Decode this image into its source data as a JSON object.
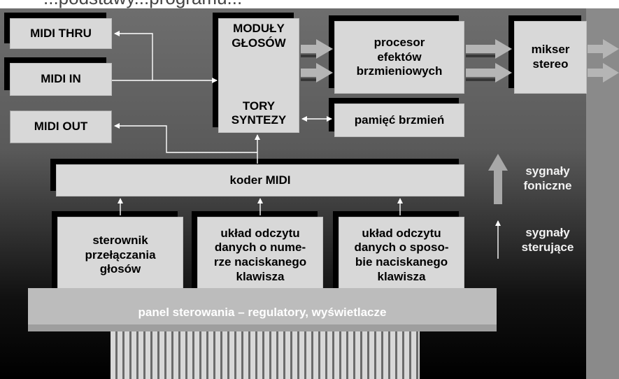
{
  "title_fragment": "...podstawy...programu...",
  "blocks": {
    "midi_thru": "MIDI THRU",
    "midi_in": "MIDI IN",
    "midi_out": "MIDI OUT",
    "moduly_line1": "MODUŁY",
    "moduly_line2": "GŁOSÓW",
    "tory_line1": "TORY",
    "tory_line2": "SYNTEZY",
    "procesor_line1": "procesor",
    "procesor_line2": "efektów",
    "procesor_line3": "brzmieniowych",
    "mikser_line1": "mikser",
    "mikser_line2": "stereo",
    "pamiec": "pamięć brzmień",
    "koder": "koder MIDI",
    "sterownik_line1": "sterownik",
    "sterownik_line2": "przełączania",
    "sterownik_line3": "głosów",
    "uklad1_line1": "układ odczytu",
    "uklad1_line2": "danych o nume-",
    "uklad1_line3": "rze naciskanego",
    "uklad1_line4": "klawisza",
    "uklad2_line1": "układ odczytu",
    "uklad2_line2": "danych o sposo-",
    "uklad2_line3": "bie naciskanego",
    "uklad2_line4": "klawisza",
    "panel": "panel sterowania – regulatory, wyświetlacze"
  },
  "legend": {
    "fonic_line1": "sygnały",
    "fonic_line2": "foniczne",
    "ster_line1": "sygnały",
    "ster_line2": "sterujące"
  },
  "colors": {
    "box_fill": "#d8d8d8",
    "shadow": "#000000",
    "thin_arrow": "#ffffff",
    "thick_arrow": "#b0b0b0"
  }
}
